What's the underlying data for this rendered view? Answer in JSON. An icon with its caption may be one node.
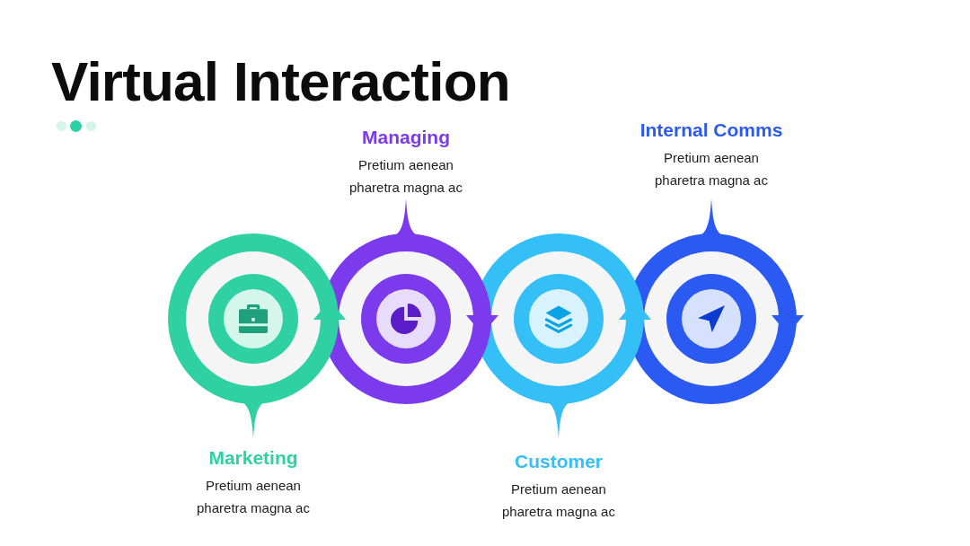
{
  "diagram": {
    "title": "Virtual Interaction",
    "nodes": [
      {
        "text": [
          "Marketing",
          "Pretium aenean pharetra magna ac"
        ]
      },
      {
        "text": [
          "Managing",
          "Pretium aenean pharetra magna ac"
        ]
      },
      {
        "text": [
          "Customer",
          "Pretium aenean pharetra magna ac"
        ]
      },
      {
        "text": [
          "Internal Comms",
          "Pretium aenean pharetra magna ac"
        ]
      }
    ]
  }
}
